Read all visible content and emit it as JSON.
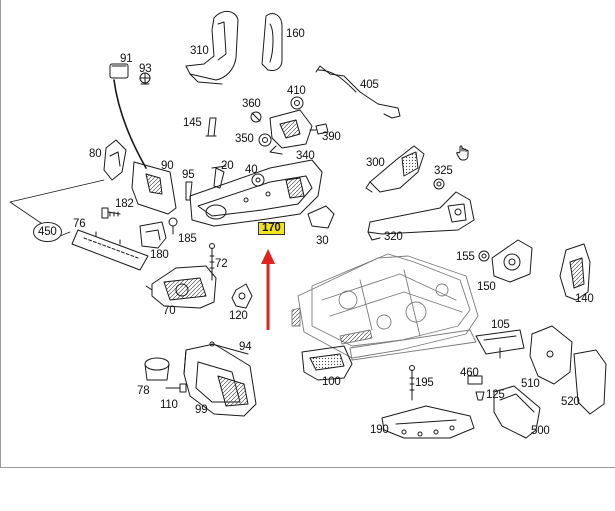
{
  "colors": {
    "highlight": "#f3e51b",
    "arrow": "#e0241b",
    "ink": "#1a1a1a"
  },
  "labels": {
    "p310": "310",
    "p160": "160",
    "p91": "91",
    "p93": "93",
    "p405": "405",
    "p410": "410",
    "p360": "360",
    "p145": "145",
    "p350": "350",
    "p390": "390",
    "p340": "340",
    "p80": "80",
    "p90": "90",
    "p20": "20",
    "p40": "40",
    "p95": "95",
    "p300": "300",
    "p325": "325",
    "p182": "182",
    "p76": "76",
    "p450": "450",
    "p185": "185",
    "p180": "180",
    "p170": "170",
    "p30": "30",
    "p320": "320",
    "p155": "155",
    "p72": "72",
    "p150": "150",
    "p140": "140",
    "p70": "70",
    "p120": "120",
    "p94": "94",
    "p105": "105",
    "p100": "100",
    "p195": "195",
    "p460": "460",
    "p125": "125",
    "p78": "78",
    "p110": "110",
    "p99": "99",
    "p510": "510",
    "p520": "520",
    "p190": "190",
    "p500": "500"
  },
  "icons": {
    "cursor": "hand-pointer-icon"
  }
}
